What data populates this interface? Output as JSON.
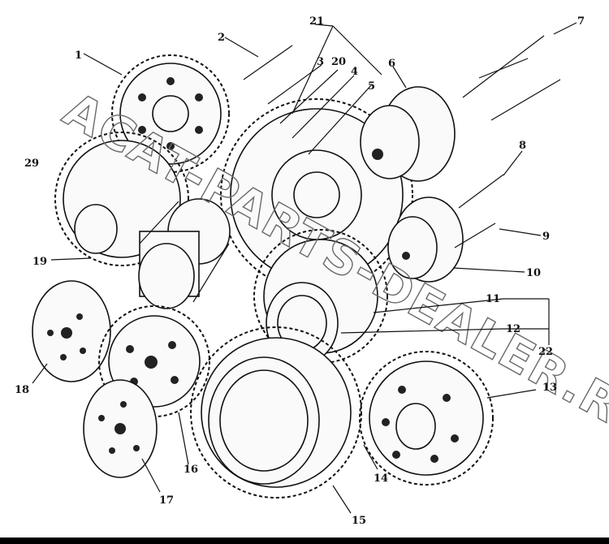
{
  "diagram": {
    "callouts": [
      "1",
      "2",
      "3",
      "4",
      "5",
      "6",
      "7",
      "8",
      "9",
      "10",
      "11",
      "12",
      "13",
      "14",
      "15",
      "16",
      "17",
      "18",
      "19",
      "20",
      "21",
      "22",
      "29"
    ],
    "watermark": "ACAT-PARTS-DEALER.RU"
  }
}
